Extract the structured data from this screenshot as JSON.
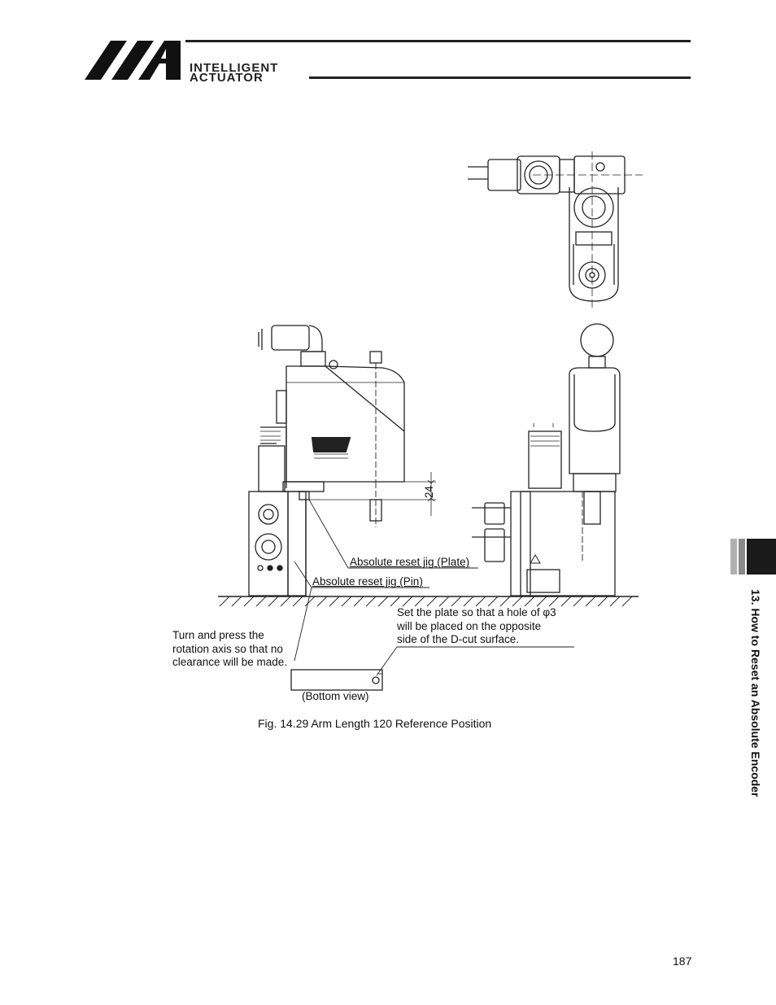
{
  "header": {
    "logo_line1": "INTELLIGENT",
    "logo_line2": "ACTUATOR"
  },
  "figure": {
    "dimension": "24",
    "label_plate": "Absolute reset jig (Plate)",
    "label_pin": "Absolute reset jig (Pin)",
    "note_right": [
      "Set the plate so that a hole of  φ3",
      "will be placed on the opposite",
      "side of the D-cut surface."
    ],
    "note_left": [
      "Turn and press the",
      "rotation axis so that no",
      "clearance will be made."
    ],
    "bottom_view": "(Bottom view)",
    "caption": "Fig. 14.29 Arm Length 120 Reference Position"
  },
  "side": {
    "chapter_label": "13. How to Reset an Absolute Encoder"
  },
  "footer": {
    "page_number": "187"
  }
}
